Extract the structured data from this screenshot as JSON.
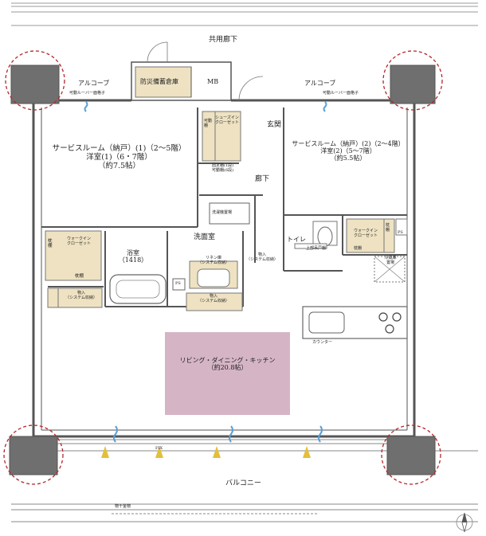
{
  "labels": {
    "common_corridor": "共用廊下",
    "alcove_left": "アルコーブ",
    "alcove_right": "アルコーブ",
    "movable_grille_left": "可動ルーバー面格子",
    "movable_grille_right": "可動ルーバー面格子",
    "disaster_storage": "防災備蓄倉庫",
    "mb": "MB",
    "entrance": "玄関",
    "shoes_closet": "シューズイン\nクローゼット",
    "movable_shelf": "可動棚",
    "fixed_shelf_note": "固定棚(1段)\n可動棚(6段)",
    "hallway": "廊下",
    "service_room_left": "サービスルーム（納戸）(1)（2～5階）\n洋室(1)（6・7階）\n（約7.5帖）",
    "service_room_right": "サービスルーム（納戸）(2)（2～4階）\n洋室(2)（5～7階）\n（約5.5帖）",
    "walkin_left": "ウォークイン\nクローゼット",
    "pillow_shelf_left_side": "枕\n棚",
    "pillow_shelf_left_bottom": "枕棚",
    "storage_left": "物入\n（システム収納）",
    "bathroom": "浴室\n（1418）",
    "washroom": "洗面室",
    "washer_space": "洗濯機置場",
    "linen_shelf": "リネン庫\n（システム収納）",
    "ps_left": "PS",
    "storage_center": "物入\n（システム収納）",
    "storage_hall": "物入\n（システム収納）",
    "toilet": "トイレ",
    "upper_cabinet": "上部吊戸棚",
    "walkin_right": "ウォークイン\nクローゼット",
    "pillow_shelf_right": "枕\n棚",
    "pillow_shelf_right_bottom": "枕棚",
    "ps_right": "PS",
    "fridge": "冷蔵庫\n置場",
    "counter": "カウンター",
    "ldk": "リビング・ダイニング・キッチン\n（約20.8帖）",
    "fix": "FIX",
    "balcony": "バルコニー",
    "clothes_rail": "物干金物"
  },
  "colors": {
    "ldk_fill": "#d5b5c5",
    "storage_fill": "#eee2c2",
    "column_fill": "#6f6f6f",
    "wall": "#555555",
    "airflow_blue": "#5aa0d6",
    "light_yellow": "#e3bf3c",
    "callout": "#b3272c"
  },
  "icons": [
    "compass-icon",
    "airflow-icon",
    "sunlight-icon",
    "stove-icon",
    "sink-icon",
    "toilet-icon",
    "bathtub-icon"
  ]
}
